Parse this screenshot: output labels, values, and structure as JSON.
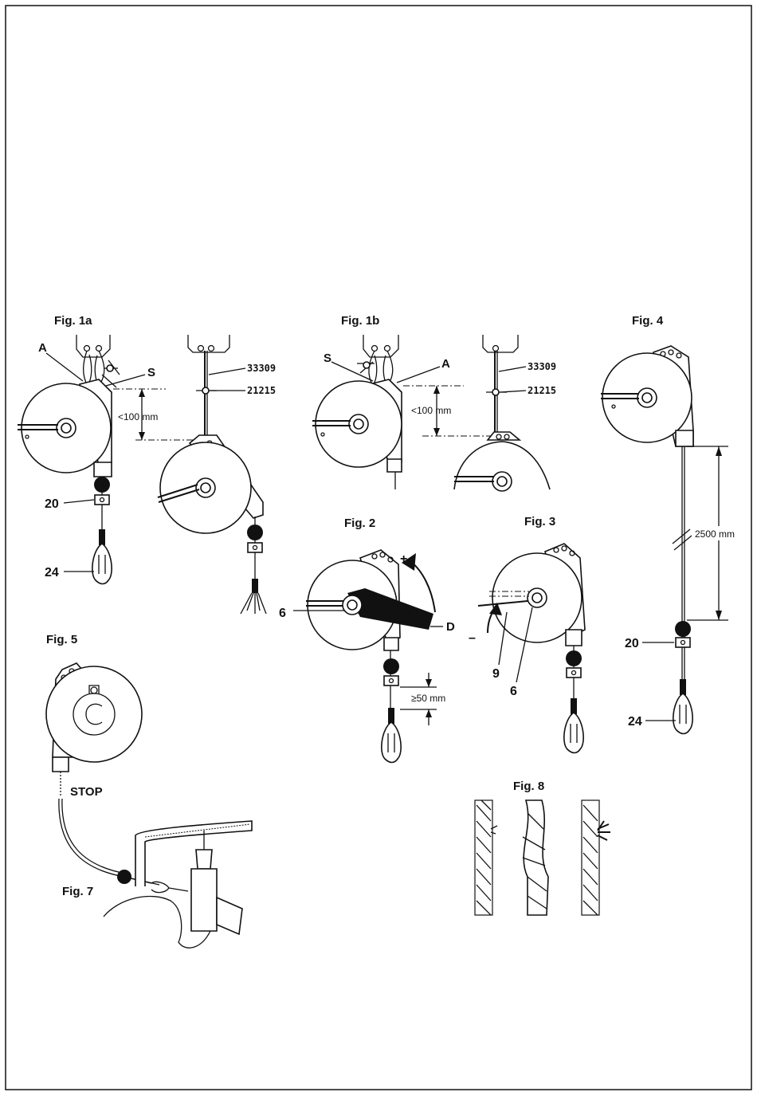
{
  "figures": {
    "fig1a": {
      "title": "Fig. 1a",
      "label_a": "A",
      "label_s": "S",
      "dimension": "<100 mm",
      "code_1": "33309",
      "code_2": "21215",
      "part_20": "20",
      "part_24": "24"
    },
    "fig1b": {
      "title": "Fig. 1b",
      "label_s": "S",
      "label_a": "A",
      "dimension": "<100 mm",
      "code_1": "33309",
      "code_2": "21215"
    },
    "fig2": {
      "title": "Fig. 2",
      "part_6": "6",
      "label_d": "D",
      "plus": "+",
      "dimension": "≥50 mm"
    },
    "fig3": {
      "title": "Fig. 3",
      "part_9": "9",
      "part_6": "6",
      "minus": "–"
    },
    "fig4": {
      "title": "Fig. 4",
      "dimension": "2500 mm",
      "part_20": "20",
      "part_24": "24"
    },
    "fig5": {
      "title": "Fig. 5",
      "stop": "STOP"
    },
    "fig7": {
      "title": "Fig. 7"
    },
    "fig8": {
      "title": "Fig. 8"
    }
  }
}
